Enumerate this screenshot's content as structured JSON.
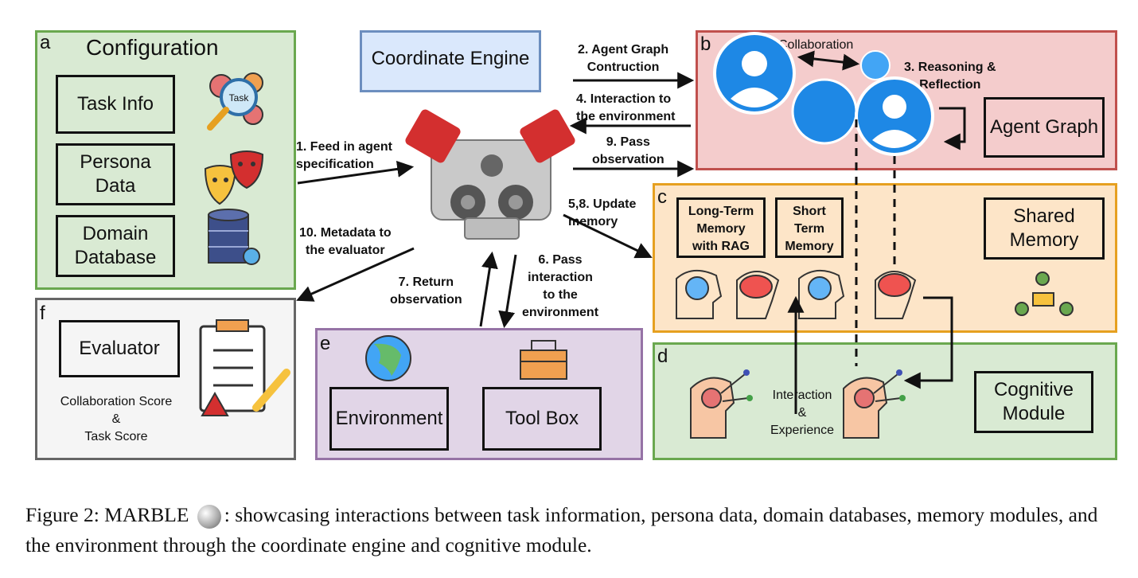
{
  "panels": {
    "a": {
      "letter": "a",
      "title": "Configuration",
      "items": [
        "Task Info",
        "Persona\nData",
        "Domain\nDatabase"
      ],
      "icon_task_text": "Task"
    },
    "b": {
      "letter": "b",
      "collaboration": "Collaboration",
      "reasoning": "3. Reasoning &\nReflection",
      "box": "Agent Graph"
    },
    "c": {
      "letter": "c",
      "long_term": "Long-Term\nMemory\nwith RAG",
      "short_term": "Short\nTerm\nMemory",
      "shared": "Shared\nMemory"
    },
    "d": {
      "letter": "d",
      "interaction": "Interaction\n&\nExperience",
      "box": "Cognitive\nModule"
    },
    "e": {
      "letter": "e",
      "environment": "Environment",
      "toolbox": "Tool Box"
    },
    "f": {
      "letter": "f",
      "box": "Evaluator",
      "scores": "Collaboration Score\n&\nTask Score"
    }
  },
  "coordinate_engine": "Coordinate Engine",
  "arrows": {
    "a1": "1. Feed in agent\nspecification",
    "a2": "2. Agent Graph\nContruction",
    "a4": "4. Interaction to\nthe environment",
    "a9": "9. Pass\nobservation",
    "a58": "5,8. Update\nmemory",
    "a10": "10. Metadata to\nthe evaluator",
    "a7": "7. Return\nobservation",
    "a6": "6. Pass\ninteraction\nto the\nenvironment"
  },
  "caption": {
    "prefix": "Figure 2: MARBLE",
    "text": ": showcasing interactions between task information, persona data, domain databases, memory modules, and the environment through the coordinate engine and cognitive module."
  },
  "colors": {
    "panel_a_fill": "#d9ead3",
    "panel_a_border": "#6aa84f",
    "panel_b_fill": "#f4cccc",
    "panel_b_border": "#c0504d",
    "panel_c_fill": "#fde5c8",
    "panel_c_border": "#e6a020",
    "panel_d_fill": "#d9ead3",
    "panel_d_border": "#6aa84f",
    "panel_e_fill": "#e1d5e7",
    "panel_e_border": "#9673a6",
    "panel_f_fill": "#f5f5f5",
    "panel_f_border": "#666666",
    "engine_fill": "#dae8fc",
    "engine_border": "#6c8ebf",
    "agent_blue": "#1e88e5",
    "engine_red": "#d32f2f"
  }
}
